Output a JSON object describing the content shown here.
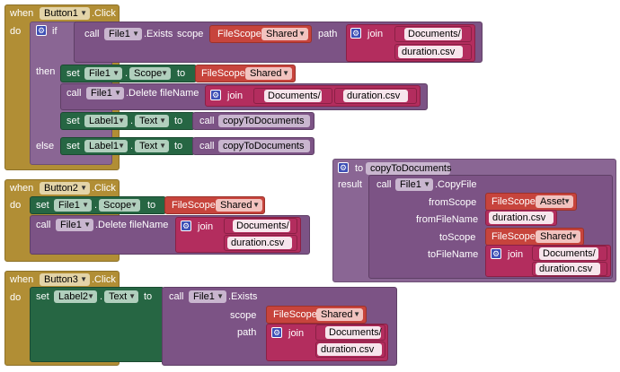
{
  "words": {
    "when": "when",
    "do": "do",
    "if": "if",
    "then": "then",
    "else": "else",
    "call": "call",
    "set": "set",
    "to": "to",
    "scope": "scope",
    "path": "path",
    "join": "join",
    "fileName": "fileName",
    "result": "result",
    "fromScope": "fromScope",
    "fromFileName": "fromFileName",
    "toScope": "toScope",
    "toFileName": "toFileName"
  },
  "components": {
    "button1": "Button1",
    "button2": "Button2",
    "button3": "Button3",
    "file1": "File1",
    "label1": "Label1",
    "label2": "Label2",
    "fileScope": "FileScope"
  },
  "events": {
    "click": ".Click"
  },
  "methods": {
    "exists": ".Exists",
    "delete": ".Delete",
    "copyFile": ".CopyFile"
  },
  "properties": {
    "scope": "Scope",
    "text": "Text"
  },
  "scopes": {
    "shared": "Shared",
    "asset": "Asset"
  },
  "strings": {
    "documents": "Documents/",
    "durationCsv": "duration.csv"
  },
  "procedure": {
    "name": "copyToDocuments"
  },
  "colors": {
    "event": "#b18e35",
    "call": "#7c5385",
    "setter": "#266643",
    "text": "#b32d5e",
    "helper": "#c7443c",
    "mutator": "#3d4fb5"
  }
}
